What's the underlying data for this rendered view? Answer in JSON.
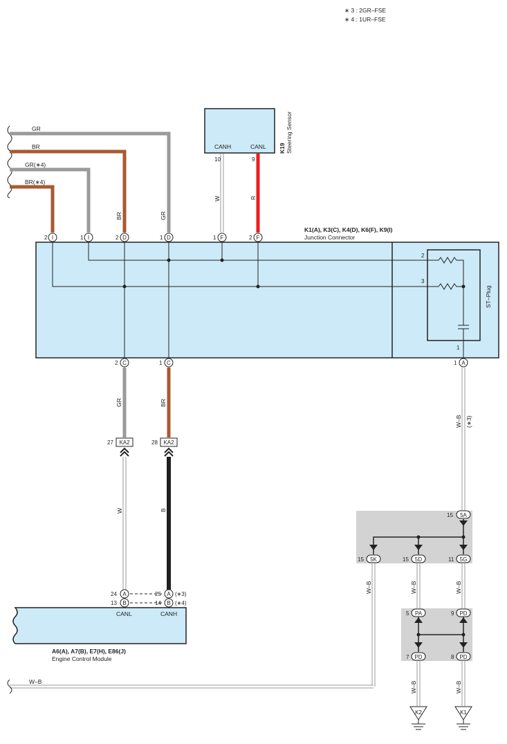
{
  "notes": [
    "∗ 3 : 2GR–FSE",
    "∗ 4 : 1UR–FSE"
  ],
  "steering_sensor": {
    "code": "K19",
    "name": "Steering Sensor",
    "pins": [
      {
        "name": "CANH",
        "num": "10"
      },
      {
        "name": "CANL",
        "num": "9"
      }
    ]
  },
  "junction_connector": {
    "code": "K1(A), K3(C), K4(D), K6(F), K9(I)",
    "name": "Junction Connector",
    "st_plug": "ST–Plug",
    "top_pins": [
      {
        "num": "2",
        "letter": "I"
      },
      {
        "num": "1",
        "letter": "I"
      },
      {
        "num": "2",
        "letter": "D"
      },
      {
        "num": "1",
        "letter": "D"
      },
      {
        "num": "1",
        "letter": "F"
      },
      {
        "num": "2",
        "letter": "F"
      }
    ],
    "bottom_pins": [
      {
        "num": "2",
        "letter": "C"
      },
      {
        "num": "1",
        "letter": "C"
      },
      {
        "num": "1",
        "letter": "A"
      }
    ],
    "inner_pins": [
      "2",
      "3",
      "1"
    ]
  },
  "left_wires": [
    "GR",
    "BR",
    "GR(∗4)",
    "BR(∗4)"
  ],
  "wire_labels": {
    "br_top": "BR",
    "gr_top": "GR",
    "w_top": "W",
    "r_top": "R",
    "gr_mid": "GR",
    "br_mid": "BR",
    "w_low": "W",
    "b_low": "B",
    "wb_main": "W–B",
    "wb_main_note": "(∗3)",
    "wb_5k": "W–B",
    "wb_5d": "W–B",
    "wb_5g": "W–B",
    "wb_pd7": "W–B",
    "wb_pd8": "W–B",
    "wb_bottom": "W–B"
  },
  "ka2": [
    {
      "num": "27",
      "code": "KA2"
    },
    {
      "num": "28",
      "code": "KA2"
    }
  ],
  "ecm": {
    "code": "A6(A), A7(B), E7(H), E86(J)",
    "name": "Engine Control Module",
    "pins": [
      {
        "num": "24",
        "letter": "A"
      },
      {
        "num": "13",
        "letter": "B"
      },
      {
        "num": "25",
        "letter": "A",
        "note": "(∗3)"
      },
      {
        "num": "14",
        "letter": "B",
        "note": "(∗4)"
      }
    ],
    "labels": [
      "CANL",
      "CANH"
    ]
  },
  "junction_block_1": {
    "top": {
      "num": "15",
      "code": "5A"
    },
    "bottom": [
      {
        "num": "15",
        "code": "5K"
      },
      {
        "num": "15",
        "code": "5D"
      },
      {
        "num": "11",
        "code": "5G"
      }
    ]
  },
  "junction_block_2": {
    "top": [
      {
        "num": "5",
        "code": "PA"
      },
      {
        "num": "9",
        "code": "PD"
      }
    ],
    "bottom": [
      {
        "num": "7",
        "code": "PD"
      },
      {
        "num": "8",
        "code": "PD"
      }
    ]
  },
  "grounds": [
    "K2",
    "K1"
  ],
  "colors": {
    "gray": "#9a9a9a",
    "brown": "#a85a32",
    "red": "#e8201f",
    "black": "#1f1f1f",
    "box_fill": "#cdeaf8",
    "block_fill": "#d3d3d3"
  }
}
